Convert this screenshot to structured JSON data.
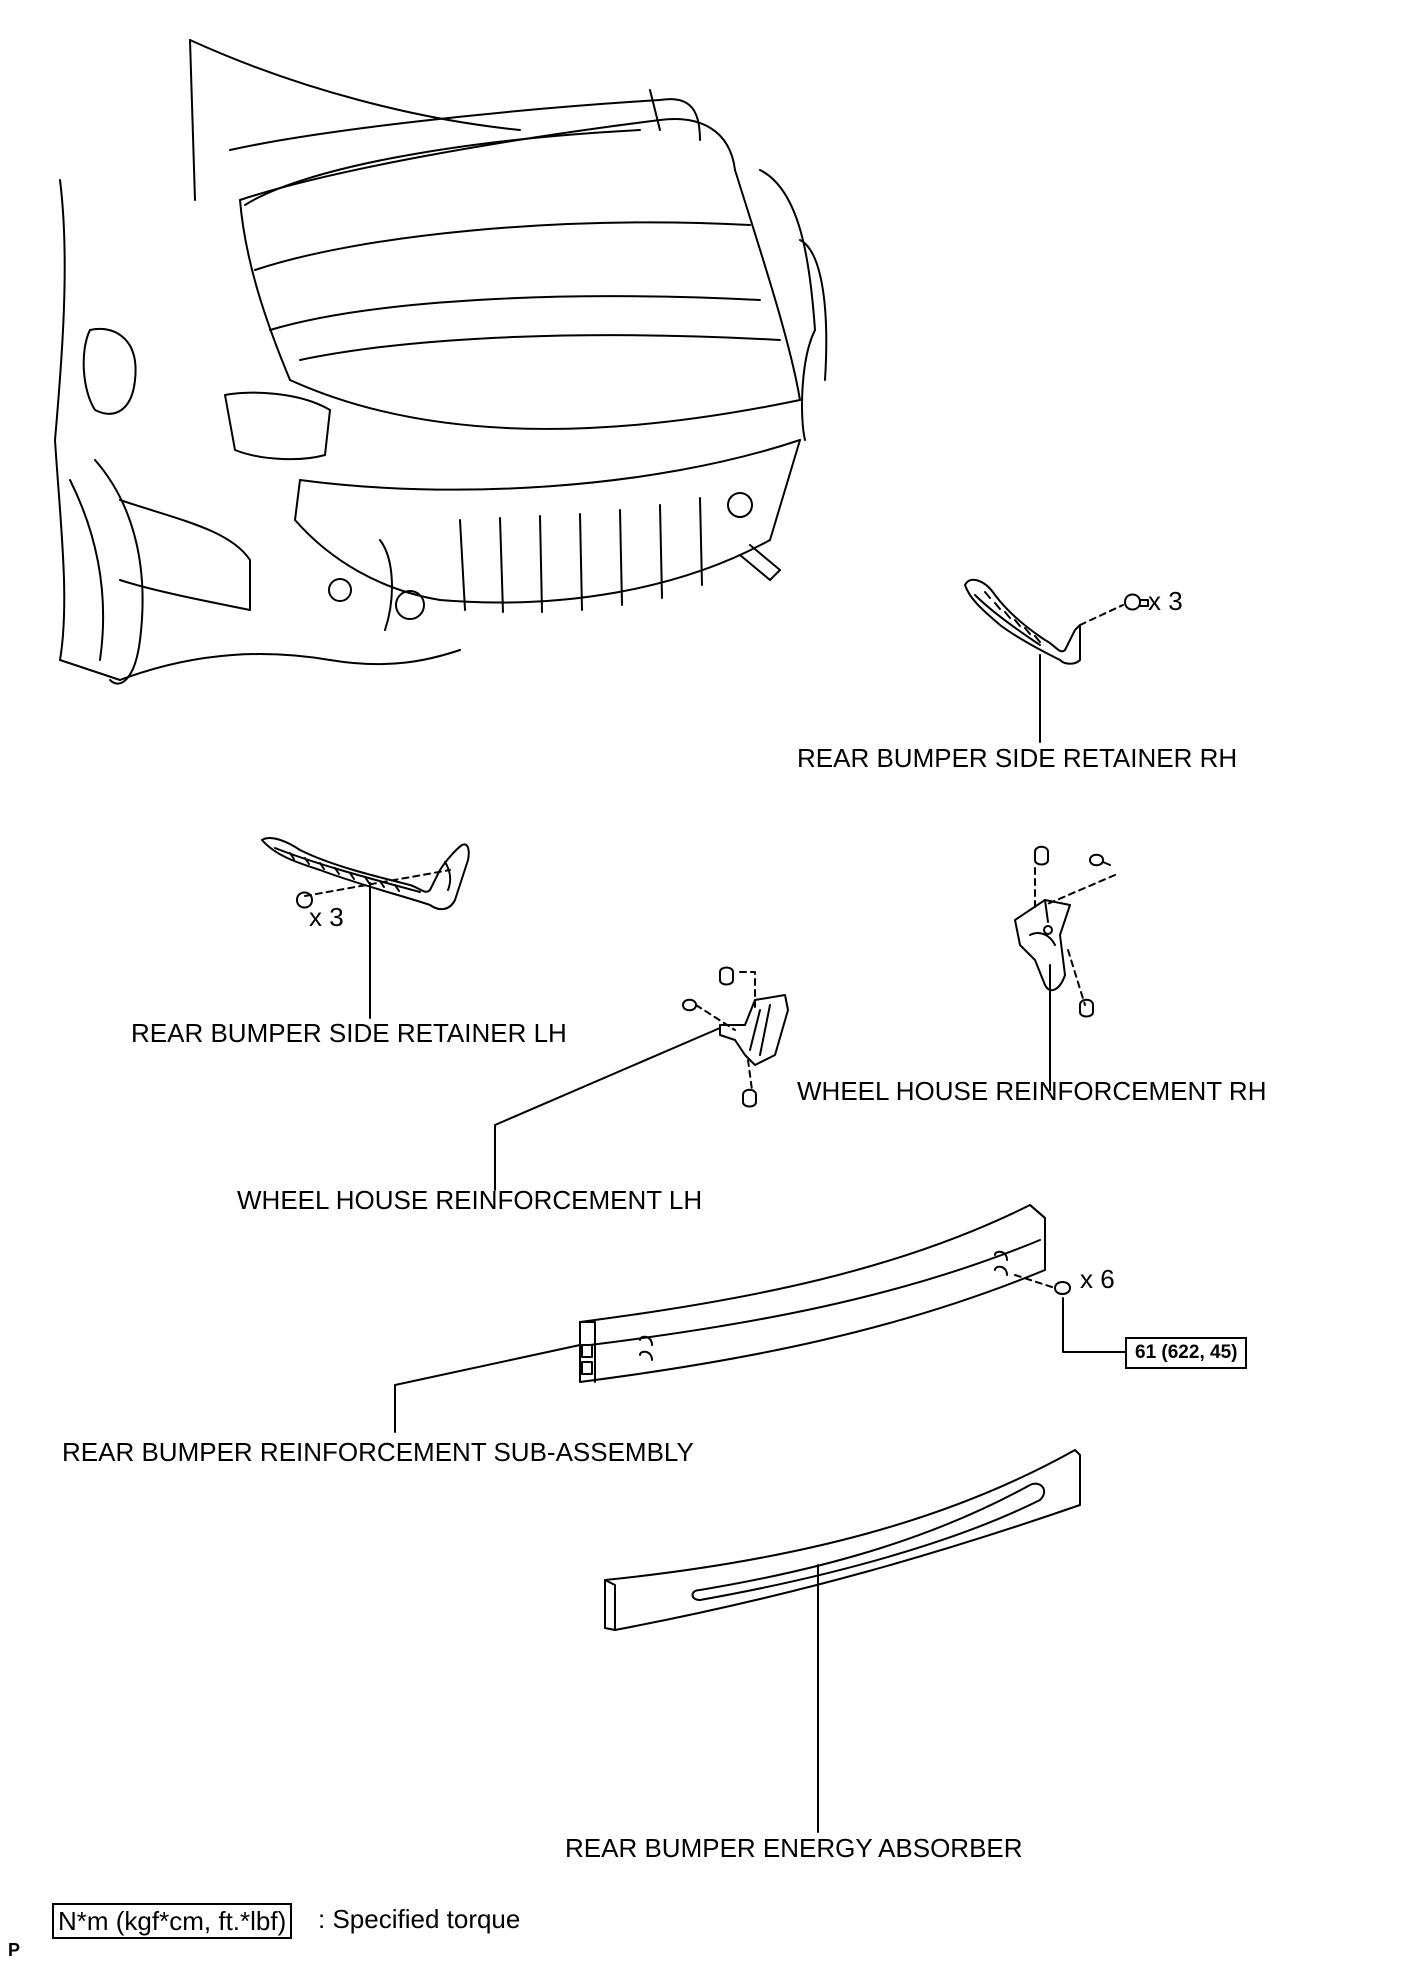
{
  "labels": {
    "side_retainer_rh": "REAR BUMPER SIDE RETAINER RH",
    "side_retainer_lh": "REAR BUMPER SIDE RETAINER LH",
    "wheel_house_rh": "WHEEL HOUSE REINFORCEMENT RH",
    "wheel_house_lh": "WHEEL HOUSE REINFORCEMENT LH",
    "reinforcement_sub_assembly": "REAR BUMPER REINFORCEMENT SUB-ASSEMBLY",
    "energy_absorber": "REAR BUMPER ENERGY ABSORBER"
  },
  "quantities": {
    "rh_retainer_clips": "x 3",
    "lh_retainer_clips": "x 3",
    "reinforcement_nuts": "x 6"
  },
  "torque": {
    "reinforcement_nut": "61 (622, 45)"
  },
  "legend": {
    "torque_unit_box": "N*m (kgf*cm, ft.*lbf)",
    "torque_description": ": Specified torque"
  },
  "corner_mark": "P"
}
